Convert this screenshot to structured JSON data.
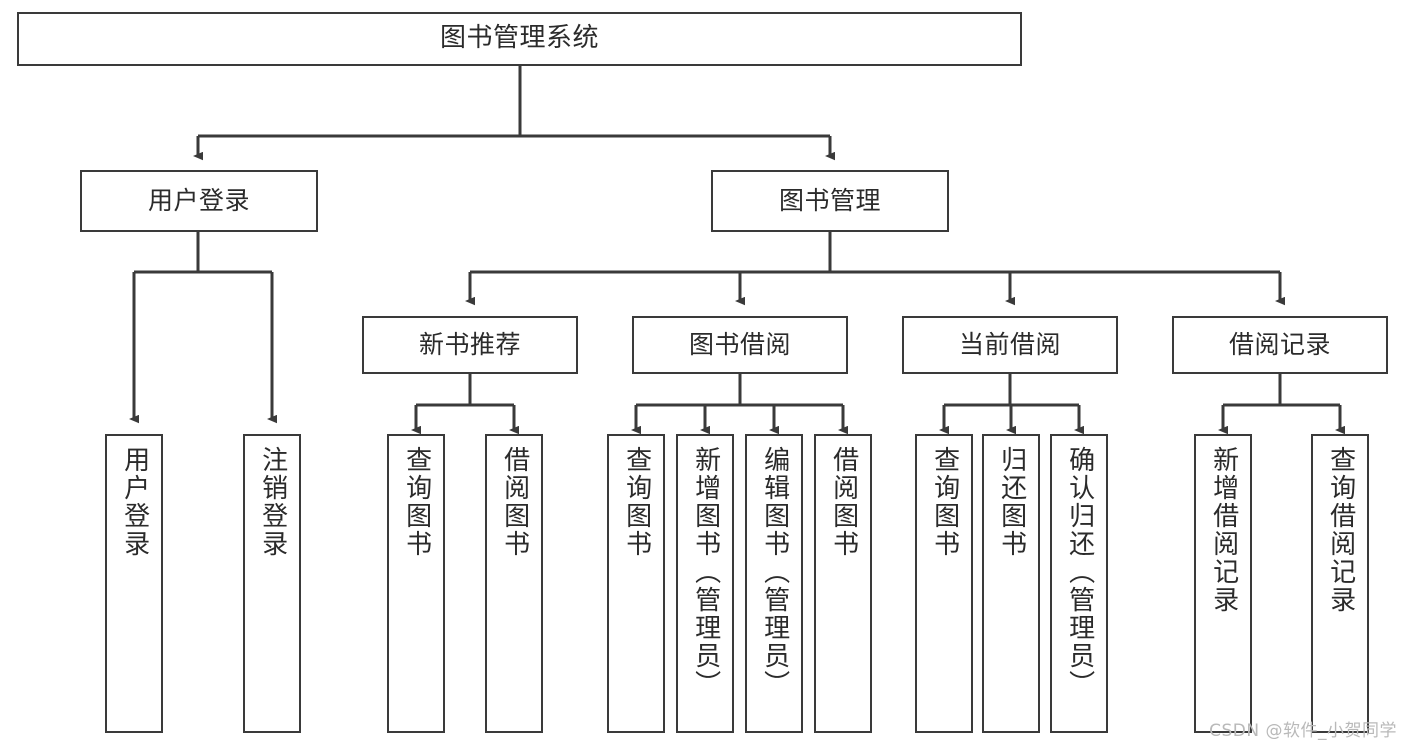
{
  "diagram": {
    "title": "图书管理系统",
    "type": "tree",
    "watermark": "CSDN @软件_小贺同学",
    "colors": {
      "box_border": "#3a3a3a",
      "box_fill": "#ffffff",
      "edge": "#3a3a3a",
      "text": "#2b2b2b",
      "watermark": "#b9b9b9",
      "background": "#ffffff"
    },
    "nodes": {
      "root": {
        "label": "图书管理系统",
        "orientation": "horizontal"
      },
      "level2": [
        {
          "label": "用户登录",
          "orientation": "horizontal"
        },
        {
          "label": "图书管理",
          "orientation": "horizontal"
        }
      ],
      "level3": [
        {
          "label": "新书推荐",
          "orientation": "horizontal"
        },
        {
          "label": "图书借阅",
          "orientation": "horizontal"
        },
        {
          "label": "当前借阅",
          "orientation": "horizontal"
        },
        {
          "label": "借阅记录",
          "orientation": "horizontal"
        }
      ],
      "leaves": {
        "user_login": [
          {
            "label": "用户登录",
            "orientation": "vertical"
          },
          {
            "label": "注销登录",
            "orientation": "vertical"
          }
        ],
        "new_book": [
          {
            "label": "查询图书",
            "orientation": "vertical"
          },
          {
            "label": "借阅图书",
            "orientation": "vertical"
          }
        ],
        "book_borrow": [
          {
            "label": "查询图书",
            "orientation": "vertical"
          },
          {
            "label": "新增图书（管理员）",
            "orientation": "vertical"
          },
          {
            "label": "编辑图书（管理员）",
            "orientation": "vertical"
          },
          {
            "label": "借阅图书",
            "orientation": "vertical"
          }
        ],
        "current_borrow": [
          {
            "label": "查询图书",
            "orientation": "vertical"
          },
          {
            "label": "归还图书",
            "orientation": "vertical"
          },
          {
            "label": "确认归还（管理员）",
            "orientation": "vertical"
          }
        ],
        "borrow_record": [
          {
            "label": "新增借阅记录",
            "orientation": "vertical"
          },
          {
            "label": "查询借阅记录",
            "orientation": "vertical"
          }
        ]
      }
    }
  }
}
